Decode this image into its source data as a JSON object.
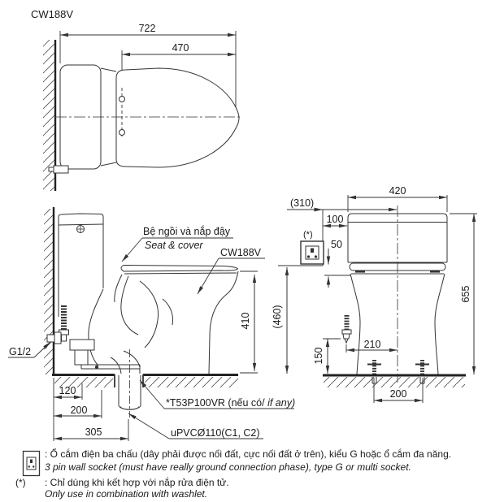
{
  "drawing": {
    "title": "CW188V",
    "top_view": {
      "dim_722": "722",
      "dim_470": "470"
    },
    "side_view": {
      "seat_label_vi": "Bệ ngồi và nắp đậy",
      "seat_label_en": "Seat & cover",
      "model_label": "CW188V",
      "dim_410": "410",
      "supply_label": "G1/2",
      "dim_120": "120",
      "dim_200": "200",
      "dim_305": "305",
      "flange_label": "*T53P100VR (nếu có/ ",
      "flange_label_italic": "if any)",
      "drain_label": "uPVCØ110(C1, C2)"
    },
    "front_view": {
      "dim_420": "420",
      "dim_310": "(310)",
      "dim_100": "100",
      "asterisk": "(*)",
      "dim_50": "50",
      "dim_460": "(460)",
      "dim_655": "655",
      "dim_150": "150",
      "dim_210": "210",
      "dim_200": "200"
    },
    "notes": {
      "note1_vi": ": Ổ cắm điện ba chấu (dây phải được nối đất, cực nối đất ở trên), kiểu G hoặc ổ cắm đa năng.",
      "note1_en": "3 pin wall socket (must have really ground connection phase), type G or multi socket.",
      "note2_ref": "(*)",
      "note2_vi": ": Chỉ dùng khi kết hợp với nắp rửa điện tử.",
      "note2_en": "Only use in combination with washlet."
    },
    "colors": {
      "line": "#333333",
      "text": "#1a1a1a",
      "background": "#ffffff"
    }
  }
}
